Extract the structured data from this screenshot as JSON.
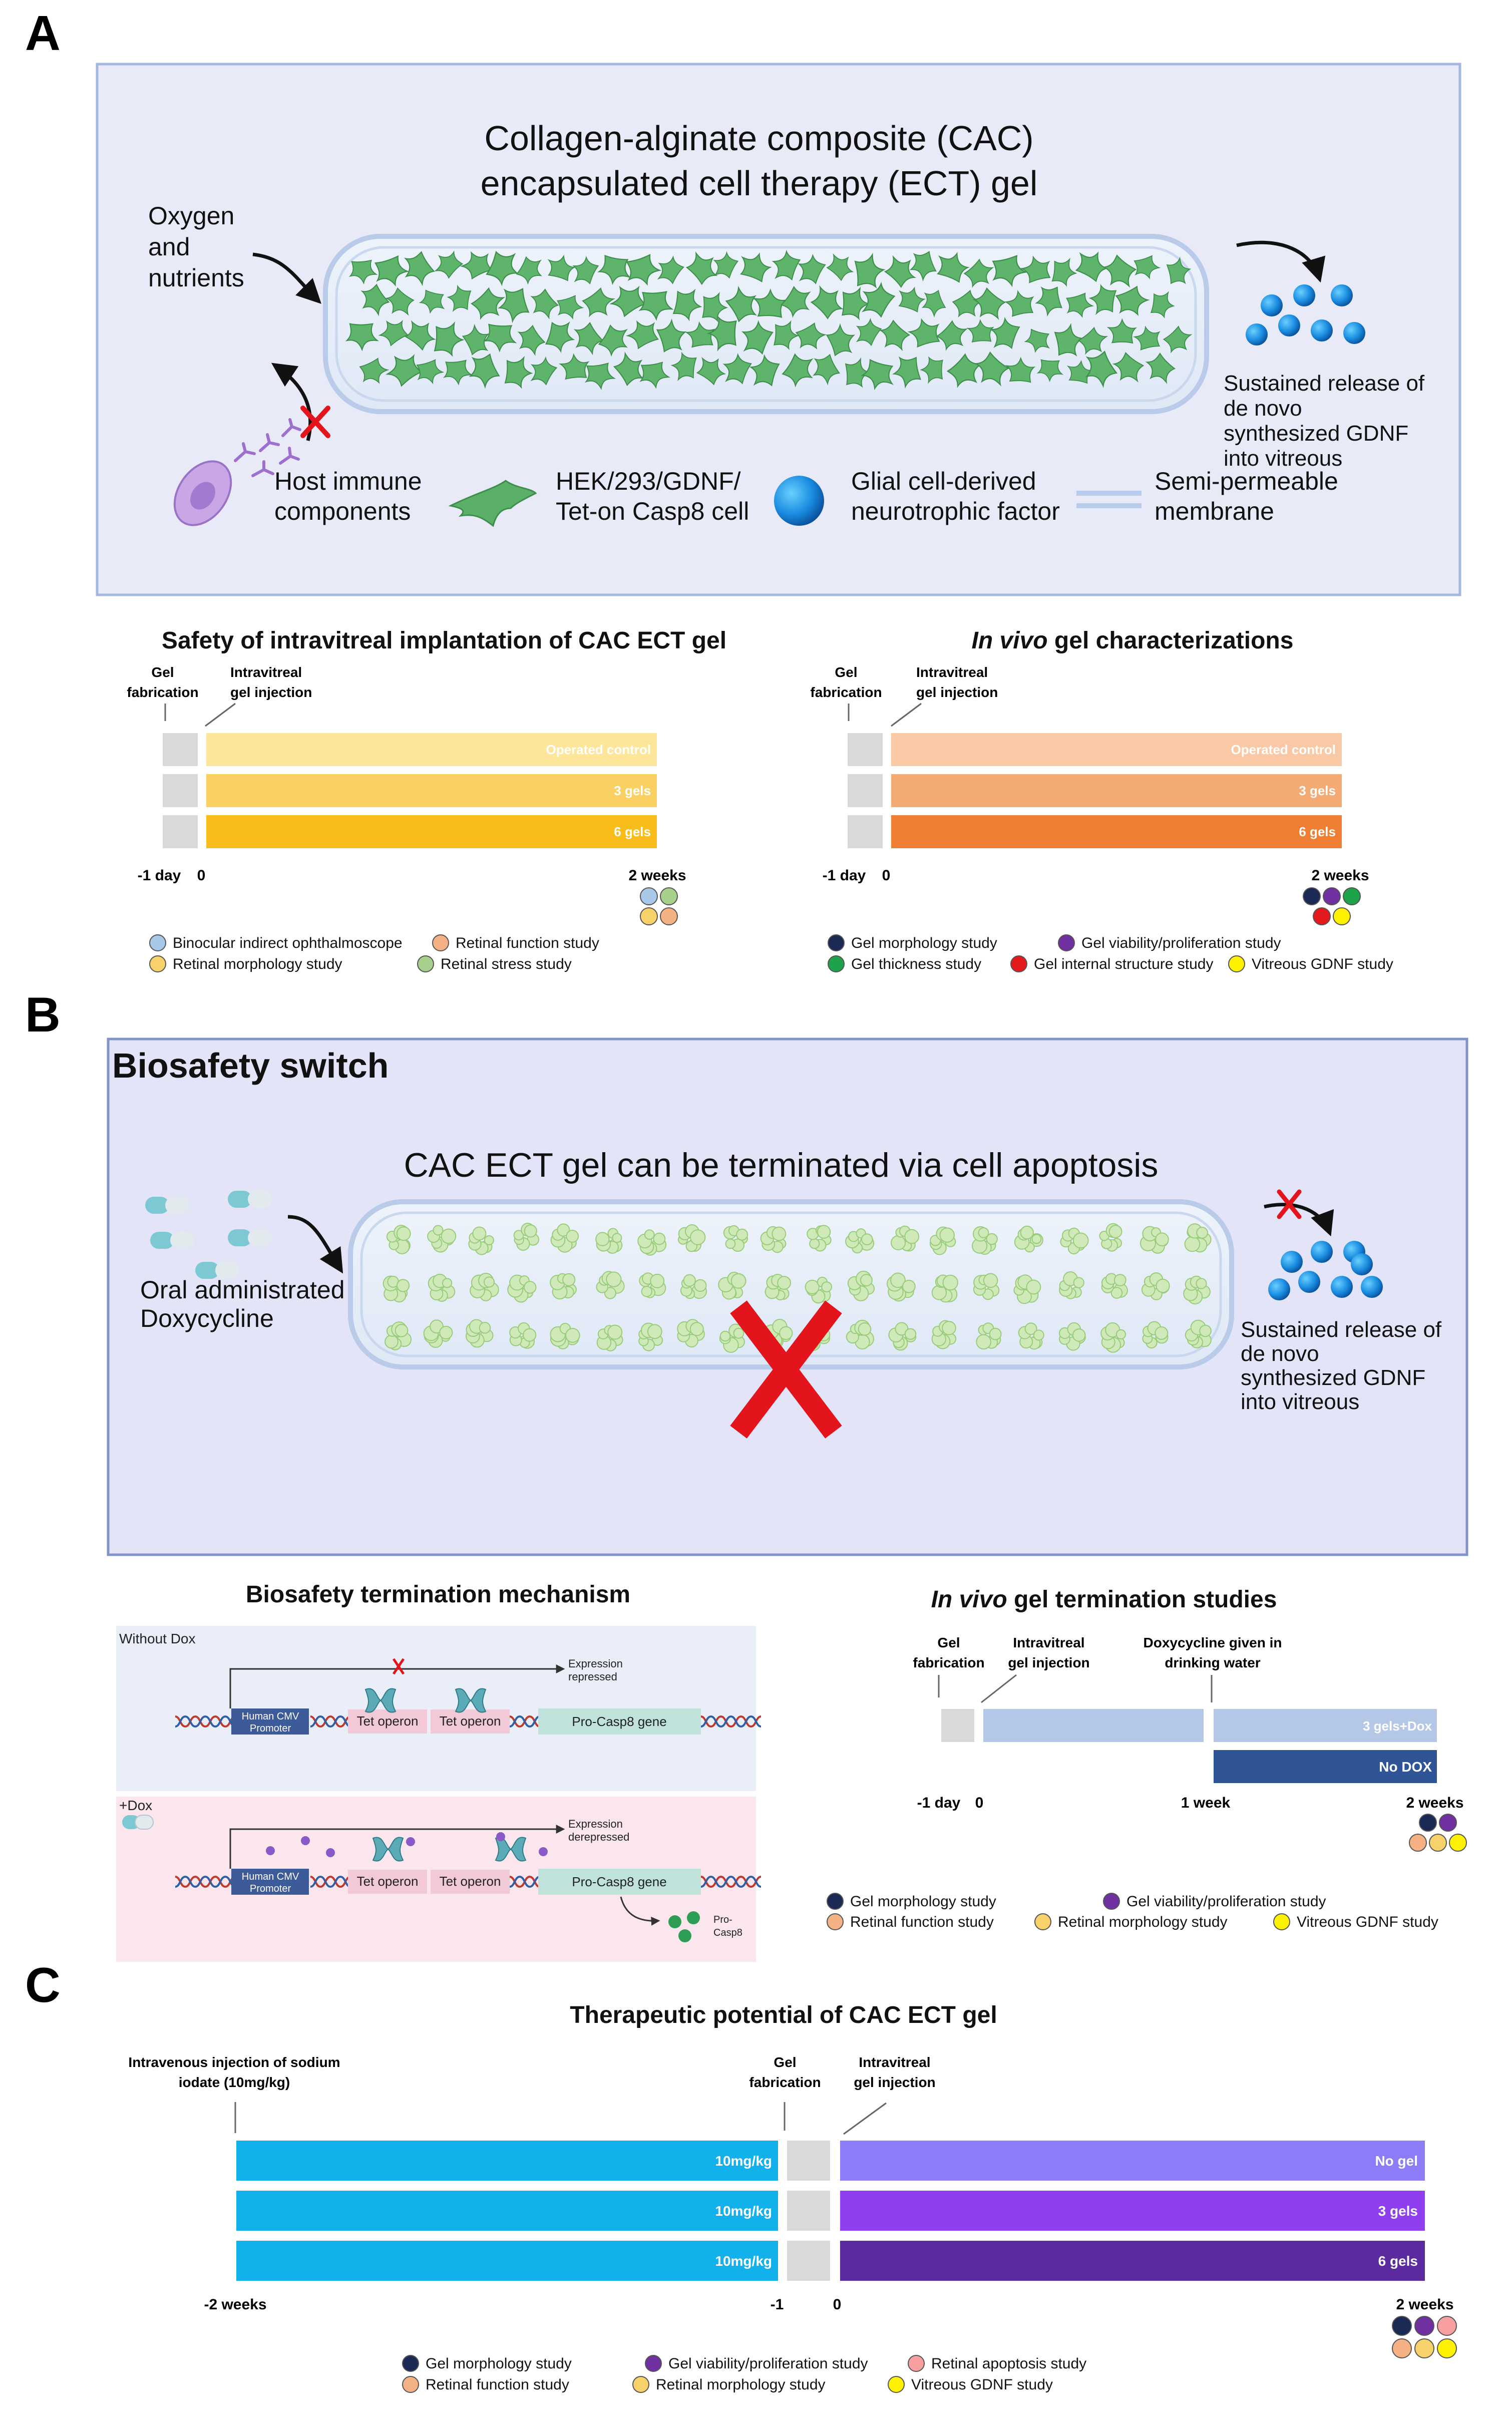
{
  "panelA": {
    "letter": "A",
    "box_title_1": "Collagen-alginate composite (CAC)",
    "box_title_2": "encapsulated cell therapy (ECT) gel",
    "oxygen_1": "Oxygen",
    "oxygen_2": "and",
    "oxygen_3": "nutrients",
    "release_1": "Sustained release of",
    "release_2": "de novo",
    "release_3": "synthesized  GDNF",
    "release_4": "into vitreous",
    "legend_immune_1": "Host immune",
    "legend_immune_2": "components",
    "legend_cell_1": "HEK/293/GDNF/",
    "legend_cell_2": "Tet-on Casp8 cell",
    "legend_gdnf_1": "Glial cell-derived",
    "legend_gdnf_2": "neurotrophic factor",
    "legend_membrane_1": "Semi-permeable",
    "legend_membrane_2": "membrane",
    "safety": {
      "title": "Safety of intravitreal implantation of CAC ECT gel",
      "label_fab_1": "Gel",
      "label_fab_2": "fabrication",
      "label_inj_1": "Intravitreal",
      "label_inj_2": "gel injection",
      "bars": [
        "Operated control",
        "3 gels",
        "6 gels"
      ],
      "bar_colors": [
        "#fde59a",
        "#fbd062",
        "#f8bd1a"
      ],
      "tick_m1": "-1 day",
      "tick_0": "0",
      "tick_end": "2 weeks",
      "dot_colors": [
        "#a7c8e6",
        "#a8d08d",
        "#f7d26a",
        "#f4b183"
      ],
      "legend": [
        {
          "label": "Binocular indirect ophthalmoscope",
          "color": "#a7c8e6"
        },
        {
          "label": "Retinal function study",
          "color": "#f4b183"
        },
        {
          "label": "Retinal morphology study",
          "color": "#f7d26a"
        },
        {
          "label": "Retinal stress study",
          "color": "#a8d08d"
        }
      ]
    },
    "invivo": {
      "title_italic": "In vivo",
      "title_rest": " gel characterizations",
      "label_fab_1": "Gel",
      "label_fab_2": "fabrication",
      "label_inj_1": "Intravitreal",
      "label_inj_2": "gel injection",
      "bars": [
        "Operated control",
        "3 gels",
        "6 gels"
      ],
      "bar_colors": [
        "#f8c9a4",
        "#f3aa73",
        "#ee7e32"
      ],
      "tick_m1": "-1 day",
      "tick_0": "0",
      "tick_end": "2 weeks",
      "dot_colors": [
        "#1b2a55",
        "#7030a0",
        "#1fa34a",
        "#e31a1c",
        "#fff200"
      ],
      "legend": [
        {
          "label": "Gel morphology study",
          "color": "#1b2a55"
        },
        {
          "label": "Gel viability/proliferation study",
          "color": "#7030a0"
        },
        {
          "label": "Gel thickness study",
          "color": "#1fa34a"
        },
        {
          "label": "Gel internal structure study",
          "color": "#e31a1c"
        },
        {
          "label": "Vitreous GDNF study",
          "color": "#fff200"
        }
      ]
    }
  },
  "panelB": {
    "letter": "B",
    "box_heading": "Biosafety switch",
    "box_title": "CAC ECT gel can be terminated via cell apoptosis",
    "oral_1": "Oral administrated",
    "oral_2": "Doxycycline",
    "release_1": "Sustained release of",
    "release_2": "de novo",
    "release_3": "synthesized  GDNF",
    "release_4": "into vitreous",
    "mech": {
      "title": "Biosafety termination mechanism",
      "without_dox": "Without Dox",
      "plus_dox": "+Dox",
      "expr_rep_1": "Expression",
      "expr_rep_2": "repressed",
      "expr_derep_1": "Expression",
      "expr_derep_2": "derepressed",
      "promoter_1": "Human CMV",
      "promoter_2": "Promoter",
      "tet_operon": "Tet operon",
      "gene": "Pro-Casp8 gene",
      "pro_1": "Pro-",
      "pro_2": "Casp8"
    },
    "term": {
      "title_italic": "In vivo",
      "title_rest": " gel termination studies",
      "label_fab_1": "Gel",
      "label_fab_2": "fabrication",
      "label_inj_1": "Intravitreal",
      "label_inj_2": "gel injection",
      "label_dox_1": "Doxycycline given in",
      "label_dox_2": "drinking water",
      "bar_1": "3 gels+Dox",
      "bar_2": "No DOX",
      "tick_m1": "-1 day",
      "tick_0": "0",
      "tick_1w": "1 week",
      "tick_end": "2 weeks",
      "dot_colors": [
        "#1b2a55",
        "#7030a0",
        "#f4b183",
        "#f7d26a",
        "#fff200"
      ],
      "legend": [
        {
          "label": "Gel morphology study",
          "color": "#1b2a55"
        },
        {
          "label": "Gel viability/proliferation study",
          "color": "#7030a0"
        },
        {
          "label": "Retinal function study",
          "color": "#f4b183"
        },
        {
          "label": "Retinal morphology study",
          "color": "#f7d26a"
        },
        {
          "label": "Vitreous GDNF study",
          "color": "#fff200"
        }
      ]
    }
  },
  "panelC": {
    "letter": "C",
    "title": "Therapeutic potential of CAC ECT gel",
    "label_iv_1": "Intravenous injection of sodium",
    "label_iv_2": "iodate (10mg/kg)",
    "label_fab_1": "Gel",
    "label_fab_2": "fabrication",
    "label_inj_1": "Intravitreal",
    "label_inj_2": "gel injection",
    "left_bars": [
      "10mg/kg",
      "10mg/kg",
      "10mg/kg"
    ],
    "right_bars": [
      "No gel",
      "3 gels",
      "6 gels"
    ],
    "right_colors": [
      "#8c7cf7",
      "#8f3ff0",
      "#5b2a9e"
    ],
    "left_color": "#12b1ec",
    "tick_m2": "-2 weeks",
    "tick_m1": "-1",
    "tick_0": "0",
    "tick_end": "2 weeks",
    "dot_colors": [
      "#1b2a55",
      "#7030a0",
      "#f8a0a0",
      "#f4b183",
      "#f7d26a",
      "#fff200"
    ],
    "legend": [
      {
        "label": "Gel morphology study",
        "color": "#1b2a55"
      },
      {
        "label": "Gel viability/proliferation study",
        "color": "#7030a0"
      },
      {
        "label": "Retinal apoptosis study",
        "color": "#f8a0a0"
      },
      {
        "label": "Retinal function study",
        "color": "#f4b183"
      },
      {
        "label": "Retinal morphology study",
        "color": "#f7d26a"
      },
      {
        "label": "Vitreous GDNF study",
        "color": "#fff200"
      }
    ]
  }
}
